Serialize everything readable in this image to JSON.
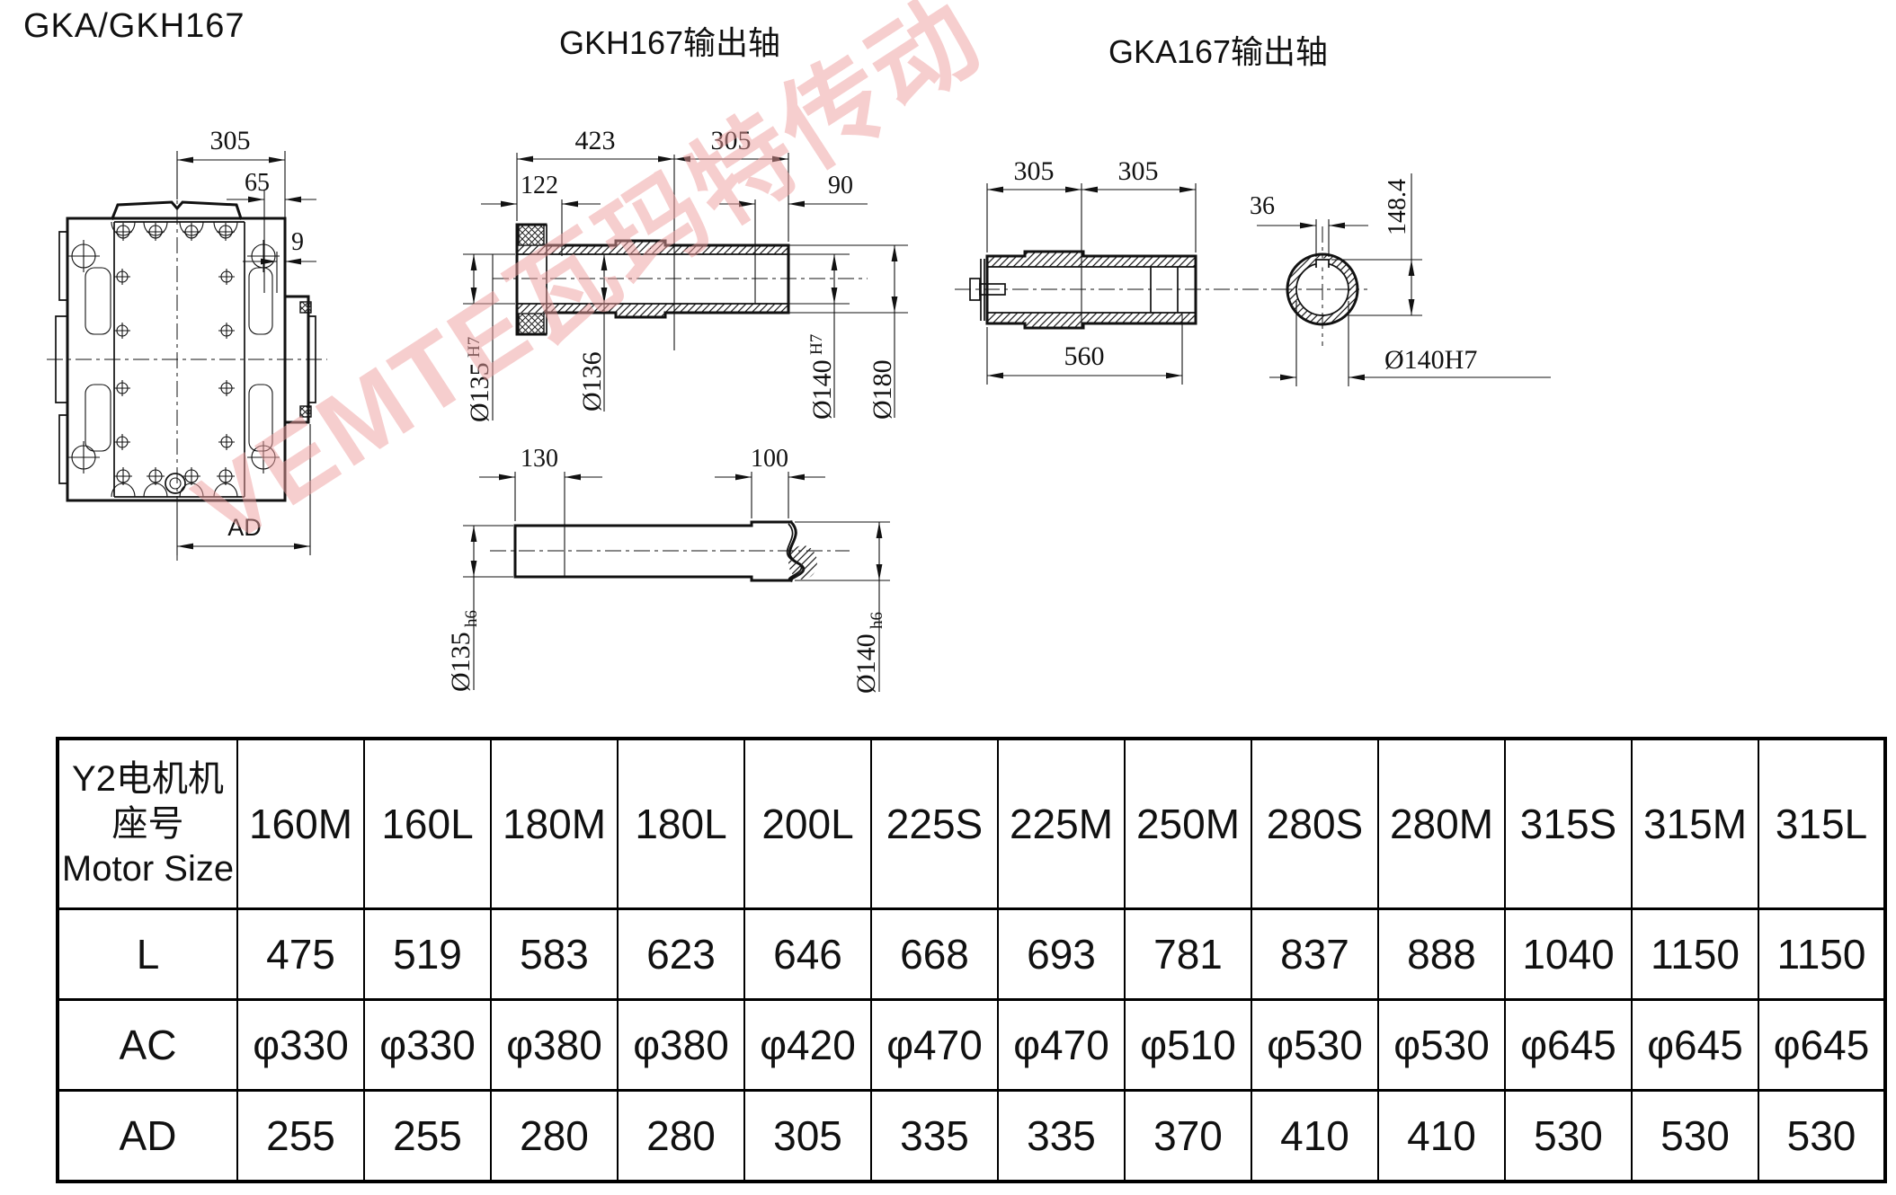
{
  "page": {
    "title": "GKA/GKH167"
  },
  "watermark": {
    "text": "VEMTE瓦玛特传动",
    "color": "#ef9e9e"
  },
  "drawings": {
    "housing": {
      "dim_305": "305",
      "dim_65": "65",
      "dim_9": "9",
      "dim_ad": "AD"
    },
    "gkh_shaft": {
      "title": "GKH167输出轴",
      "dim_423": "423",
      "dim_305": "305",
      "dim_122": "122",
      "dim_90": "90",
      "dia_135_base": "Ø135",
      "dia_135_tol": "H7",
      "dia_136": "Ø136",
      "dia_140_base": "Ø140",
      "dia_140_tol": "H7",
      "dia_180": "Ø180",
      "dim_130": "130",
      "dim_100": "100",
      "dia_135h6_base": "Ø135",
      "dia_135h6_tol": "h6",
      "dia_140h6_base": "Ø140",
      "dia_140h6_tol": "h6"
    },
    "gka_shaft": {
      "title": "GKA167输出轴",
      "dim_305a": "305",
      "dim_305b": "305",
      "dim_560": "560",
      "dim_36": "36",
      "dim_148_4": "148.4",
      "dia_140h7": "Ø140H7"
    }
  },
  "table": {
    "header_cn": "Y2电机机座号",
    "header_en": "Motor Size",
    "columns": [
      "160M",
      "160L",
      "180M",
      "180L",
      "200L",
      "225S",
      "225M",
      "250M",
      "280S",
      "280M",
      "315S",
      "315M",
      "315L"
    ],
    "rows": [
      {
        "label": "L",
        "values": [
          "475",
          "519",
          "583",
          "623",
          "646",
          "668",
          "693",
          "781",
          "837",
          "888",
          "1040",
          "1150",
          "1150"
        ]
      },
      {
        "label": "AC",
        "values": [
          "φ330",
          "φ330",
          "φ380",
          "φ380",
          "φ420",
          "φ470",
          "φ470",
          "φ510",
          "φ530",
          "φ530",
          "φ645",
          "φ645",
          "φ645"
        ]
      },
      {
        "label": "AD",
        "values": [
          "255",
          "255",
          "280",
          "280",
          "305",
          "335",
          "335",
          "370",
          "410",
          "410",
          "530",
          "530",
          "530"
        ]
      }
    ]
  }
}
